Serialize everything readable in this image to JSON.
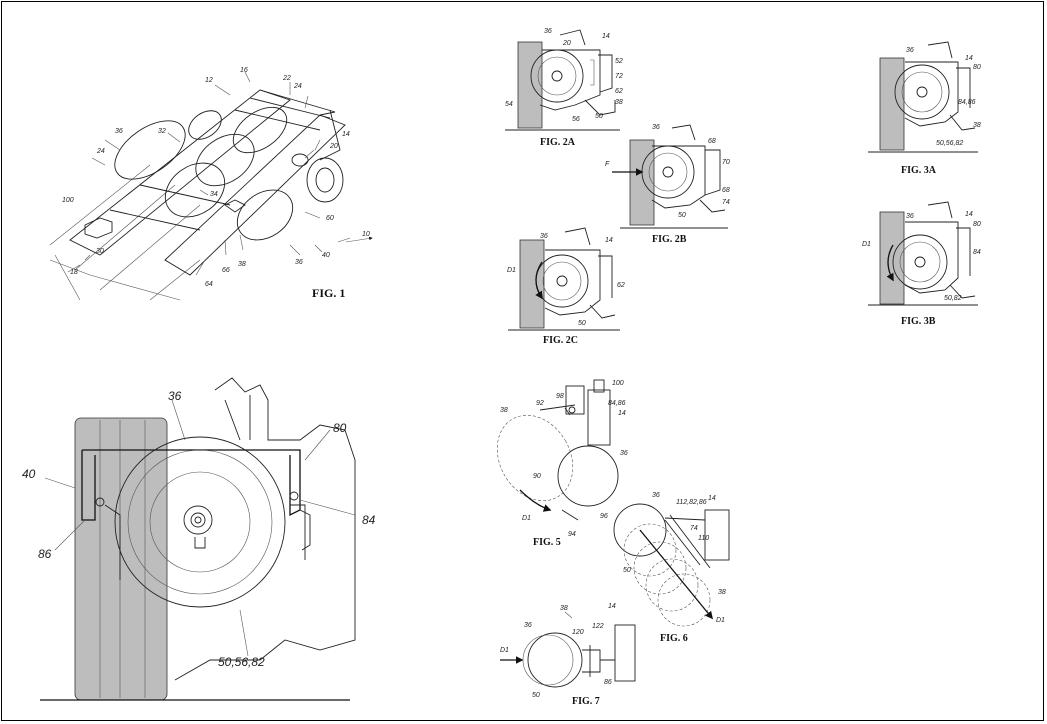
{
  "figures": {
    "fig1": {
      "caption": "FIG. 1",
      "labels": [
        "12",
        "16",
        "22",
        "24",
        "24",
        "32",
        "36",
        "14",
        "20",
        "34",
        "60",
        "38",
        "40",
        "36",
        "10",
        "100",
        "30",
        "18",
        "64",
        "66"
      ]
    },
    "fig2a": {
      "caption": "FIG. 2A",
      "labels": [
        "36",
        "20",
        "14",
        "52",
        "72",
        "62",
        "38",
        "54",
        "56",
        "50"
      ]
    },
    "fig2b": {
      "caption": "FIG. 2B",
      "labels": [
        "36",
        "68",
        "70",
        "68",
        "74",
        "50"
      ],
      "force": "F"
    },
    "fig2c": {
      "caption": "FIG. 2C",
      "labels": [
        "36",
        "14",
        "62",
        "50"
      ],
      "dir": "D1"
    },
    "fig3a": {
      "caption": "FIG. 3A",
      "labels": [
        "36",
        "14",
        "80",
        "84,86",
        "38",
        "50,56,82"
      ]
    },
    "fig3b": {
      "caption": "FIG. 3B",
      "labels": [
        "36",
        "14",
        "80",
        "84",
        "50,82"
      ],
      "dir": "D1"
    },
    "fig4": {
      "labels": [
        "36",
        "80",
        "40",
        "84",
        "86",
        "50,56,82"
      ]
    },
    "fig5": {
      "caption": "FIG. 5",
      "labels": [
        "100",
        "38",
        "92",
        "98",
        "84,86",
        "14",
        "36",
        "90",
        "96",
        "94"
      ],
      "dir": "D1"
    },
    "fig6": {
      "caption": "FIG. 6",
      "labels": [
        "36",
        "112,82,86",
        "14",
        "74",
        "110",
        "50",
        "38"
      ],
      "dir": "D1"
    },
    "fig7": {
      "caption": "FIG. 7",
      "labels": [
        "38",
        "14",
        "36",
        "120",
        "122",
        "86",
        "50"
      ],
      "dir": "D1"
    }
  }
}
